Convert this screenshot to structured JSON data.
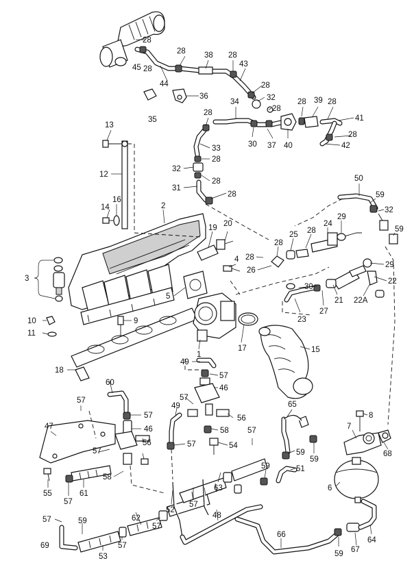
{
  "labels": {
    "n1": "1",
    "n2": "2",
    "n3": "3",
    "n4": "4",
    "n5": "5",
    "n6": "6",
    "n7": "7",
    "n8": "8",
    "n9": "9",
    "n10": "10",
    "n11": "11",
    "n12": "12",
    "n13": "13",
    "n14": "14",
    "n15": "15",
    "n16": "16",
    "n17": "17",
    "n18": "18",
    "n19": "19",
    "n20": "20",
    "n21": "21",
    "n22": "22",
    "n22a": "22A",
    "n23": "23",
    "n24": "24",
    "n25": "25",
    "n26": "26",
    "n27": "27",
    "n28": "28",
    "n29": "29",
    "n30": "30",
    "n31": "31",
    "n32": "32",
    "n33": "33",
    "n34": "34",
    "n35": "35",
    "n36": "36",
    "n37": "37",
    "n38": "38",
    "n39": "39",
    "n40": "40",
    "n41": "41",
    "n42": "42",
    "n43": "43",
    "n44": "44",
    "n45": "45",
    "n46": "46",
    "n47": "47",
    "n48": "48",
    "n49": "49",
    "n50": "50",
    "n51": "51",
    "n52": "52",
    "n53": "53",
    "n54": "54",
    "n55": "55",
    "n56": "56",
    "n57": "57",
    "n58": "58",
    "n59": "59",
    "n60": "60",
    "n61": "61",
    "n62": "62",
    "n63": "63",
    "n64": "64",
    "n65": "65",
    "n66": "66",
    "n67": "67",
    "n68": "68",
    "n69": "69"
  }
}
